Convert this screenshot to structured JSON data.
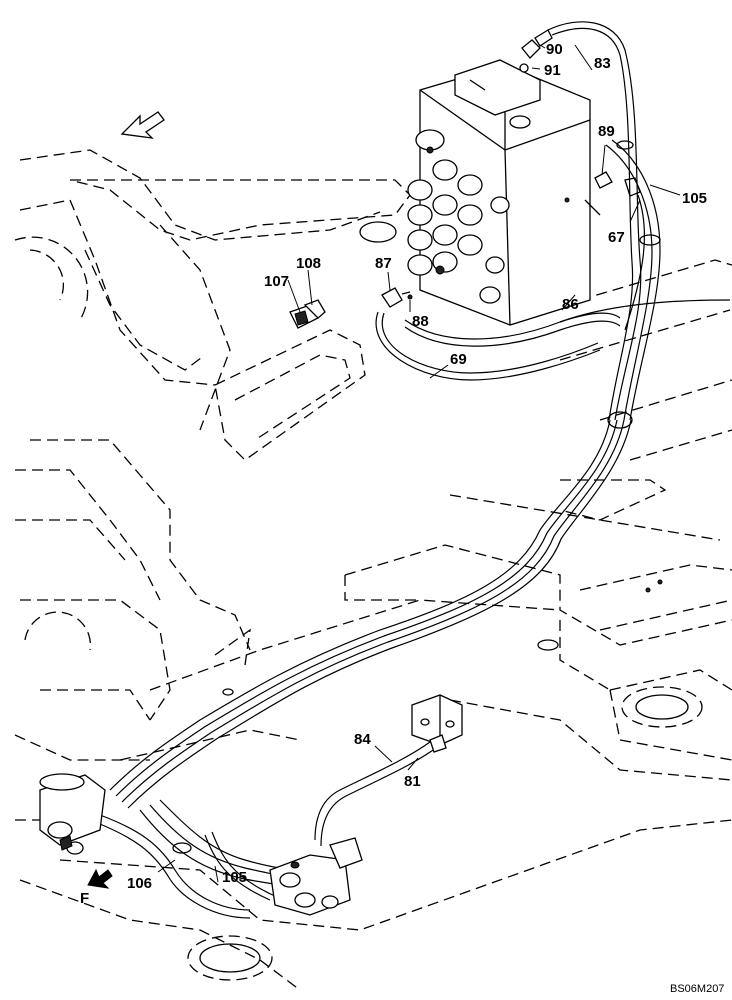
{
  "labels": {
    "p90": "90",
    "p91": "91",
    "p83": "83",
    "p89": "89",
    "p105_top": "105",
    "p67": "67",
    "p87": "87",
    "p88": "88",
    "p86": "86",
    "p107": "107",
    "p108": "108",
    "p69": "69",
    "p84": "84",
    "p81": "81",
    "p106": "106",
    "p105_bottom": "105",
    "view_f": "F"
  },
  "drawing_code": "BS06M207",
  "icons": {
    "direction_arrow": "hollow-arrow-icon",
    "view_arrow": "solid-arrow-icon"
  }
}
